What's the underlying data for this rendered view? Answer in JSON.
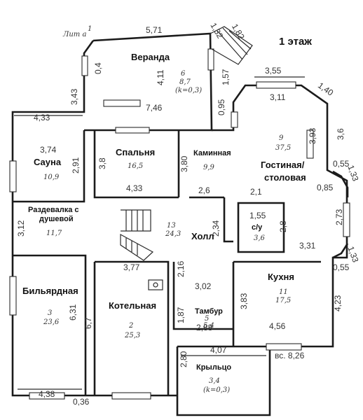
{
  "header": {
    "lit_label": "Лит а",
    "lit_number": "1",
    "floor_label": "1 этаж"
  },
  "rooms": {
    "veranda": {
      "name": "Веранда",
      "number": "6",
      "area": "8,7",
      "coef": "(k=0,3)"
    },
    "sauna": {
      "name": "Сауна",
      "number": "",
      "area": "10,9"
    },
    "bedroom": {
      "name": "Спальня",
      "number": "",
      "area": "16,5"
    },
    "fireplace": {
      "name": "Каминная",
      "number": "",
      "area": "9,9"
    },
    "living": {
      "name_line1": "Гостиная/",
      "name_line2": "столовая",
      "number": "9",
      "area": "37,5"
    },
    "dressing": {
      "name_line1": "Раздевалка с",
      "name_line2": "душевой",
      "area": "11,7"
    },
    "hall": {
      "name": "Холл",
      "number": "13",
      "area": "24,3"
    },
    "wc": {
      "name": "с/у",
      "area": "3,6"
    },
    "billiard": {
      "name": "Бильярдная",
      "number": "3",
      "area": "23,6"
    },
    "boiler": {
      "name": "Котельная",
      "number": "2",
      "area": "25,3"
    },
    "kitchen": {
      "name": "Кухня",
      "number": "11",
      "area": "17,5"
    },
    "tambour": {
      "name": "Тамбур",
      "number": "5",
      "area": "5,4"
    },
    "porch": {
      "name": "Крыльцо",
      "number": "3,4",
      "area": "(k=0,3)"
    }
  },
  "dimensions": {
    "d571": "5,71",
    "d132": "1,32",
    "d182": "1,82",
    "d04": "0,4",
    "d411": "4,11",
    "d157": "1,57",
    "d343": "3,43",
    "d746": "7,46",
    "d095": "0,95",
    "d355": "3,55",
    "d311": "3,11",
    "d140": "1,40",
    "d36": "3,6",
    "d433a": "4,33",
    "d393": "3,93",
    "d374": "3,74",
    "d291": "2,91",
    "d38": "3,8",
    "d380": "3,80",
    "d433b": "4,33",
    "d26": "2,6",
    "d21": "2,1",
    "d055a": "0,55",
    "d133a": "1,33",
    "d085": "0,85",
    "d273": "2,73",
    "d312": "3,12",
    "d155": "1,55",
    "d234": "2,34",
    "d28": "2,8",
    "d331": "3,31",
    "d055b": "0,55",
    "d133b": "1,33",
    "d377": "3,77",
    "d216": "2,16",
    "d302": "3,02",
    "d383": "3,83",
    "d631": "6,31",
    "d67": "6,7",
    "d187": "1,87",
    "d288": "2,88",
    "d456": "4,56",
    "d423": "4,23",
    "d407": "4,07",
    "d826": "вс. 8,26",
    "d280": "2,80",
    "d438": "4,38",
    "d036": "0,36"
  }
}
